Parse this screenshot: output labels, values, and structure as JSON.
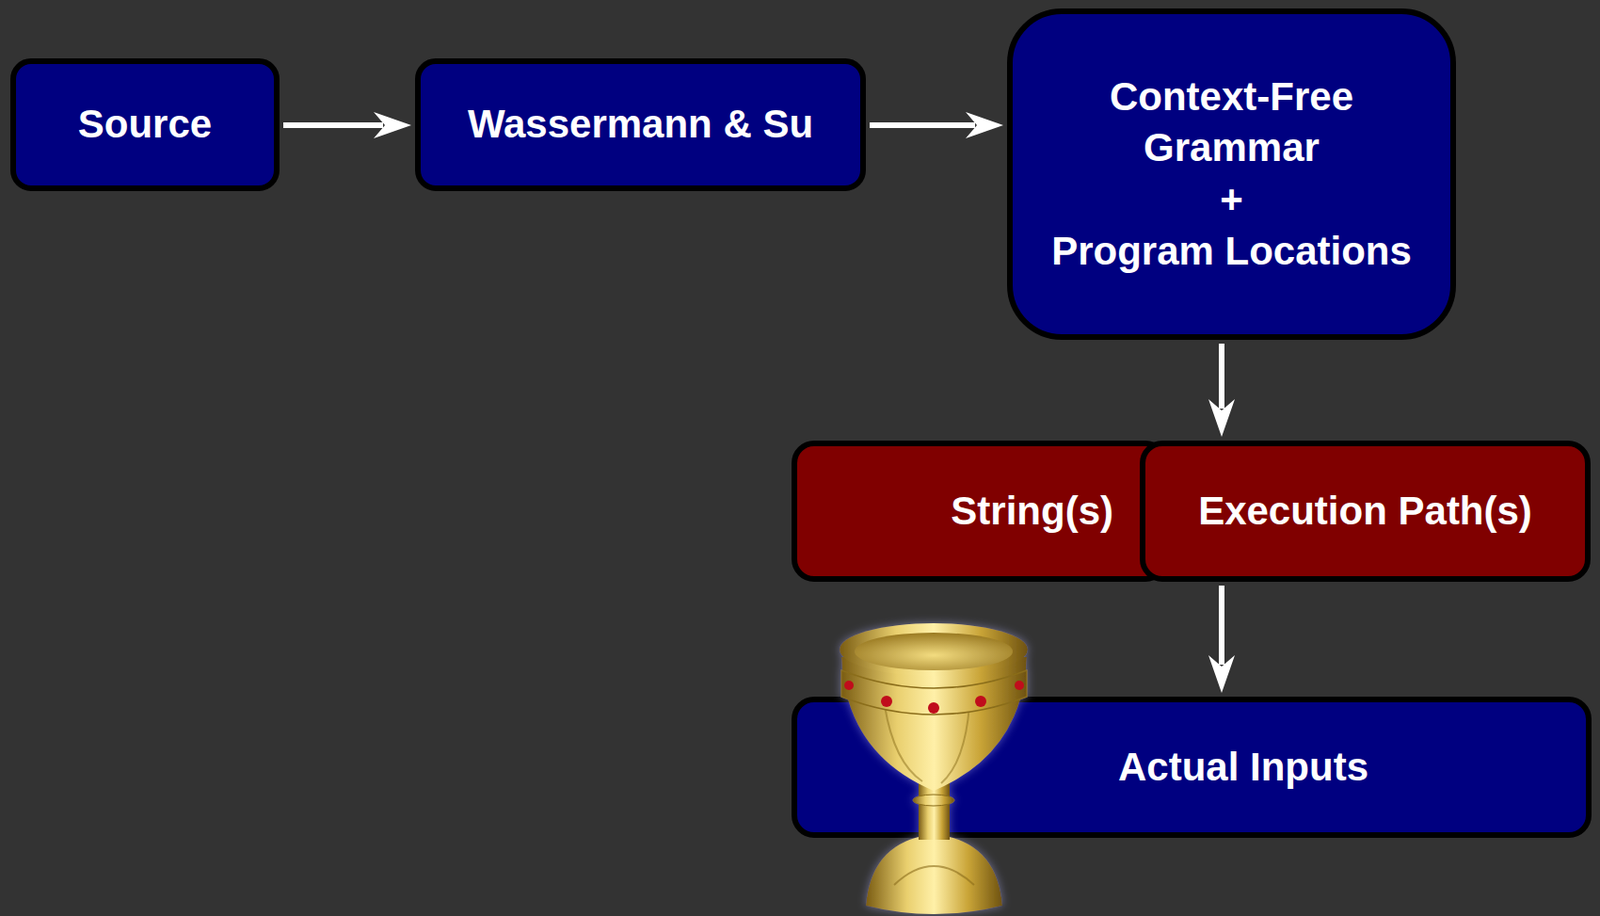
{
  "diagram": {
    "nodes": [
      {
        "text": [
          "Source"
        ]
      },
      {
        "text": [
          "Wassermann & Su"
        ]
      },
      {
        "text": [
          "Context-Free Grammar",
          "+",
          "Program Locations"
        ]
      },
      {
        "text": [
          "String(s)"
        ]
      },
      {
        "text": [
          "Execution Path(s)"
        ]
      },
      {
        "text": [
          "Actual Inputs"
        ]
      }
    ],
    "edges": [
      {
        "from": 0,
        "to": 1,
        "arrow": "to"
      },
      {
        "from": 1,
        "to": 2,
        "arrow": "to"
      },
      {
        "from": 2,
        "to": 4,
        "arrow": "to"
      },
      {
        "from": 4,
        "to": 5,
        "arrow": "to"
      }
    ]
  }
}
